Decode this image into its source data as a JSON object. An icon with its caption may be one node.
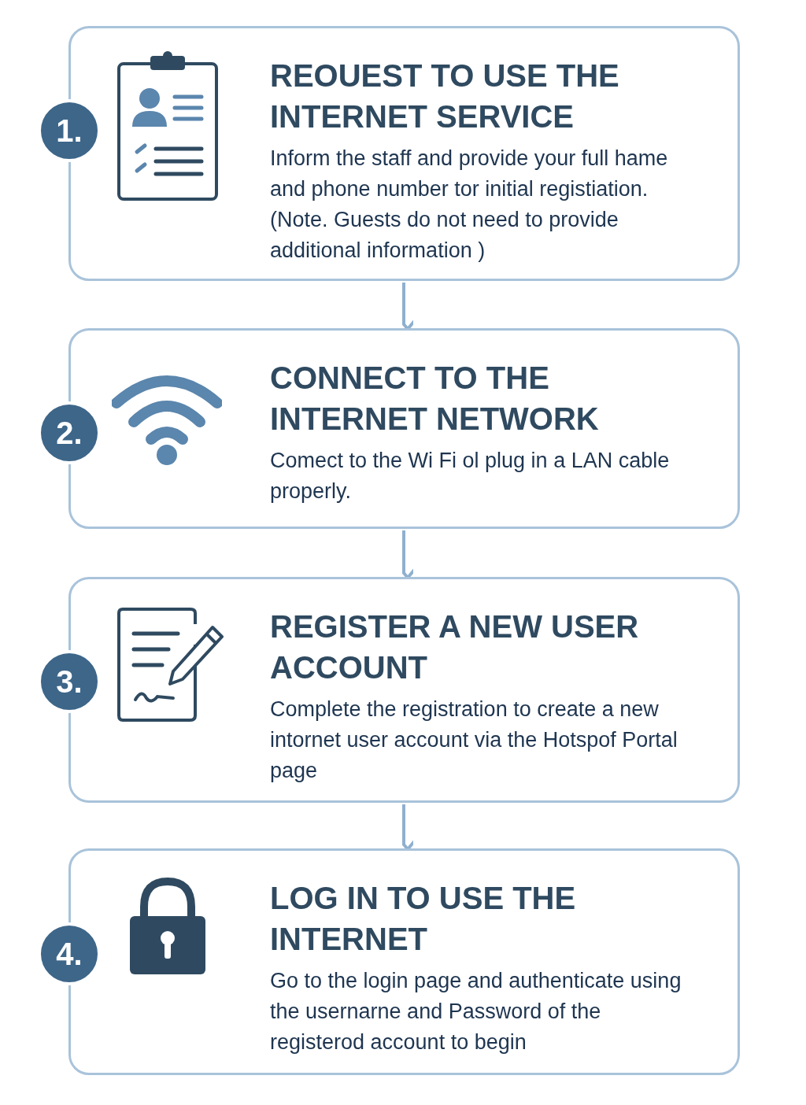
{
  "diagram": {
    "nodes": [
      {
        "text": [
          "1."
        ]
      },
      {
        "text": [
          "REOUEST TO USE THE INTERNET SERVICE",
          "Inform the staff and provide your full hame and phone number tor initial registiation. (Note. Guests do not need to provide additional information )"
        ]
      },
      {
        "text": [
          "2."
        ]
      },
      {
        "text": [
          "CONNECT TO THE INTERNET NETWORK",
          "Comect to the Wi Fi ol plug in a LAN cable properly."
        ]
      },
      {
        "text": [
          "3."
        ]
      },
      {
        "text": [
          "REGISTER A NEW USER ACCOUNT",
          "Complete the registration to create a new intornet user account via the Hotspof Portal page"
        ]
      },
      {
        "text": [
          "4."
        ]
      },
      {
        "text": [
          "LOG IN TO USE THE INTERNET",
          "Go to the login page and authenticate using the usernarne and Password of the registerod account to begin"
        ]
      }
    ],
    "edges": [
      {
        "from": 1,
        "to": 3,
        "arrow": "to"
      },
      {
        "from": 3,
        "to": 5,
        "arrow": "to"
      },
      {
        "from": 5,
        "to": 7,
        "arrow": "to"
      }
    ]
  }
}
